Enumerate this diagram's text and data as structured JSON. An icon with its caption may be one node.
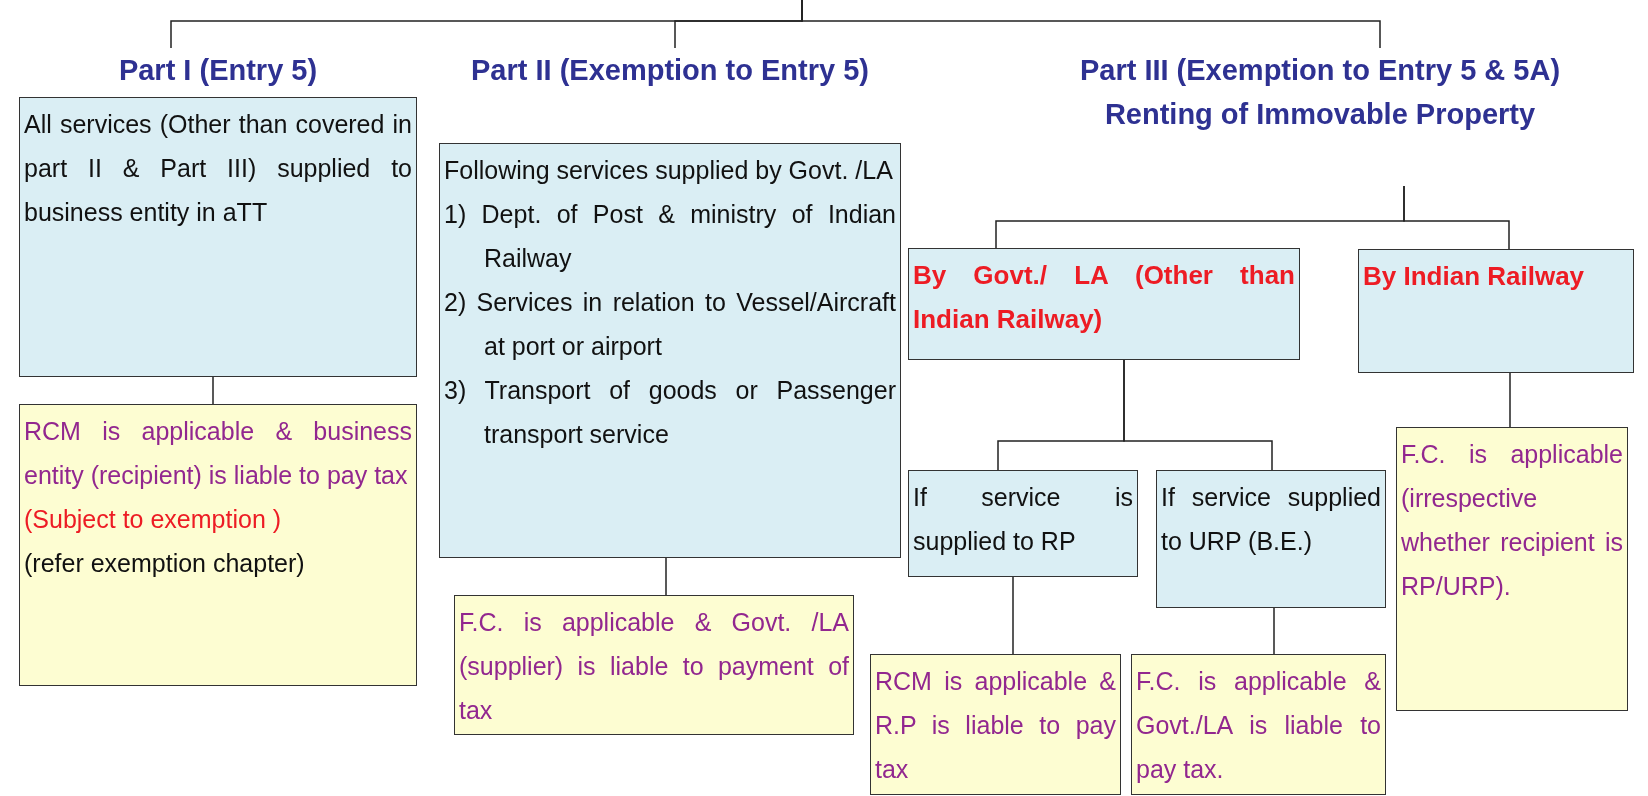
{
  "diagram": {
    "nodes": [
      {
        "text": [
          "Part I (Entry 5)",
          "All services (Other than covered in part II & Part III) supplied to business entity in aTT"
        ]
      },
      {
        "text": [
          "RCM is applicable & business entity (recipient) is liable to pay tax",
          "(Subject to exemption )",
          "(refer exemption chapter)"
        ]
      },
      {
        "text": [
          "Part II (Exemption to Entry 5)",
          "Following services supplied by Govt. /LA",
          "1) Dept. of Post & ministry of Indian Railway",
          "2) Services in relation to Vessel/Aircraft at port or airport",
          "3) Transport of goods or Passenger transport service"
        ]
      },
      {
        "text": [
          "F.C. is applicable & Govt. /LA (supplier) is liable to payment of tax"
        ]
      },
      {
        "text": [
          "Part III (Exemption to Entry 5 & 5A)",
          "Renting of Immovable Property"
        ]
      },
      {
        "text": [
          "By Govt./ LA (Other than Indian Railway)"
        ]
      },
      {
        "text": [
          "By Indian Railway"
        ]
      },
      {
        "text": [
          "If service is supplied to RP"
        ]
      },
      {
        "text": [
          "If service supplied to URP (B.E.)"
        ]
      },
      {
        "text": [
          "RCM is applicable & R.P is liable to pay tax"
        ]
      },
      {
        "text": [
          "F.C. is applicable & Govt./LA is liable to pay tax."
        ]
      },
      {
        "text": [
          "F.C. is applicable (irrespective whether recipient is RP/URP)."
        ]
      }
    ],
    "edges": [
      {
        "from": null,
        "to": 0,
        "arrow": "none"
      },
      {
        "from": null,
        "to": 2,
        "arrow": "none"
      },
      {
        "from": null,
        "to": 4,
        "arrow": "none"
      },
      {
        "from": 0,
        "to": 1,
        "arrow": "none"
      },
      {
        "from": 2,
        "to": 3,
        "arrow": "none"
      },
      {
        "from": 4,
        "to": 5,
        "arrow": "none"
      },
      {
        "from": 4,
        "to": 6,
        "arrow": "none"
      },
      {
        "from": 5,
        "to": 7,
        "arrow": "none"
      },
      {
        "from": 5,
        "to": 8,
        "arrow": "none"
      },
      {
        "from": 7,
        "to": 9,
        "arrow": "none"
      },
      {
        "from": 8,
        "to": 10,
        "arrow": "none"
      },
      {
        "from": 6,
        "to": 11,
        "arrow": "none"
      }
    ]
  }
}
